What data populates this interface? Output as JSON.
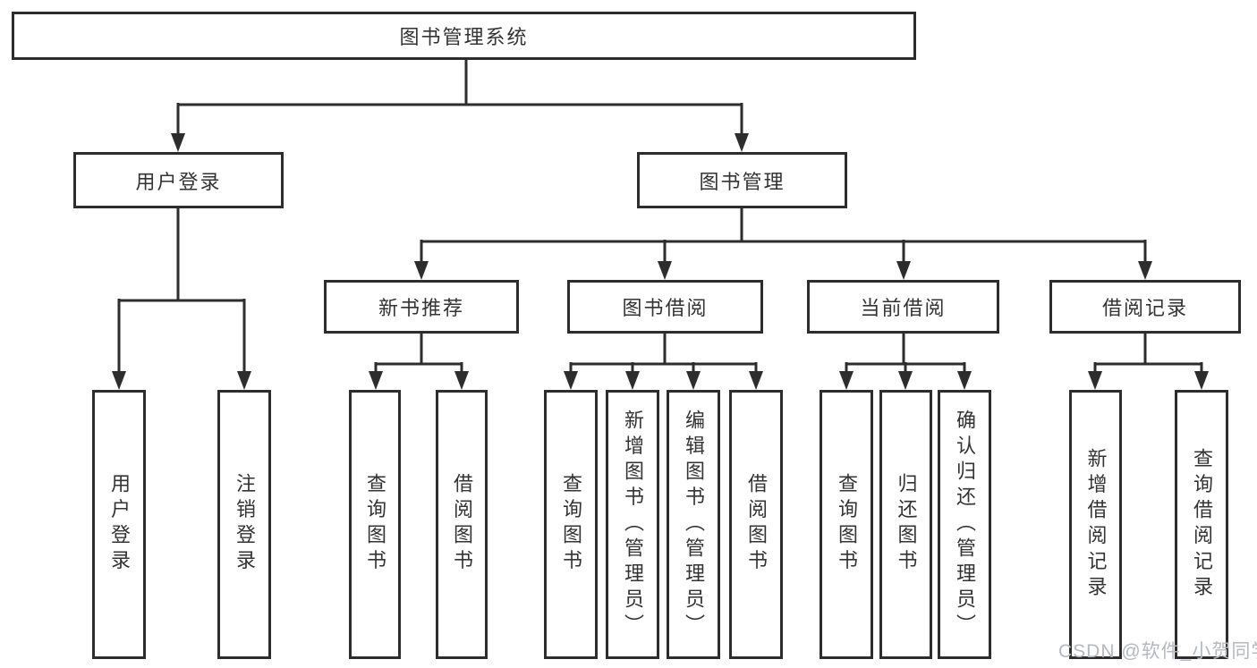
{
  "diagram": {
    "type": "hierarchy-tree",
    "background": "#ffffff",
    "colors": {
      "line": "#2d2d2d",
      "box_border": "#2d2d2d",
      "text": "#333333",
      "watermark": "#b3b9be"
    }
  },
  "tree": {
    "root": {
      "label": "图书管理系统",
      "children": [
        {
          "label": "用户登录",
          "children": [
            {
              "label": "用户登录"
            },
            {
              "label": "注销登录"
            }
          ]
        },
        {
          "label": "图书管理",
          "children": [
            {
              "label": "新书推荐",
              "children": [
                {
                  "label": "查询图书"
                },
                {
                  "label": "借阅图书"
                }
              ]
            },
            {
              "label": "图书借阅",
              "children": [
                {
                  "label": "查询图书"
                },
                {
                  "label": "新增图书（管理员）"
                },
                {
                  "label": "编辑图书（管理员）"
                },
                {
                  "label": "借阅图书"
                }
              ]
            },
            {
              "label": "当前借阅",
              "children": [
                {
                  "label": "查询图书"
                },
                {
                  "label": "归还图书"
                },
                {
                  "label": "确认归还（管理员）"
                }
              ]
            },
            {
              "label": "借阅记录",
              "children": [
                {
                  "label": "新增借阅记录"
                },
                {
                  "label": "查询借阅记录"
                }
              ]
            }
          ]
        }
      ]
    }
  },
  "watermark": {
    "text": "CSDN @软件_小贺同学"
  }
}
